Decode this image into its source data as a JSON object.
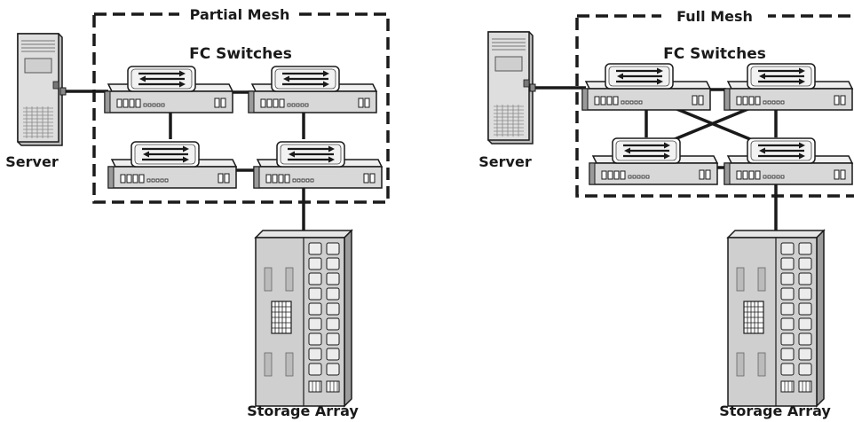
{
  "panels": [
    {
      "id": "partial",
      "mesh_label": "Partial Mesh",
      "switches_label": "FC Switches",
      "server_label": "Server",
      "storage_label": "Storage Array"
    },
    {
      "id": "full",
      "mesh_label": "Full Mesh",
      "switches_label": "FC Switches",
      "server_label": "Server",
      "storage_label": "Storage Array"
    }
  ],
  "colors": {
    "line": "#1a1a1a",
    "switch_body": "#dcdcdc",
    "switch_shade": "#b8b8b8",
    "server_body": "#d2d2d2",
    "storage_body": "#c8c8c8"
  }
}
